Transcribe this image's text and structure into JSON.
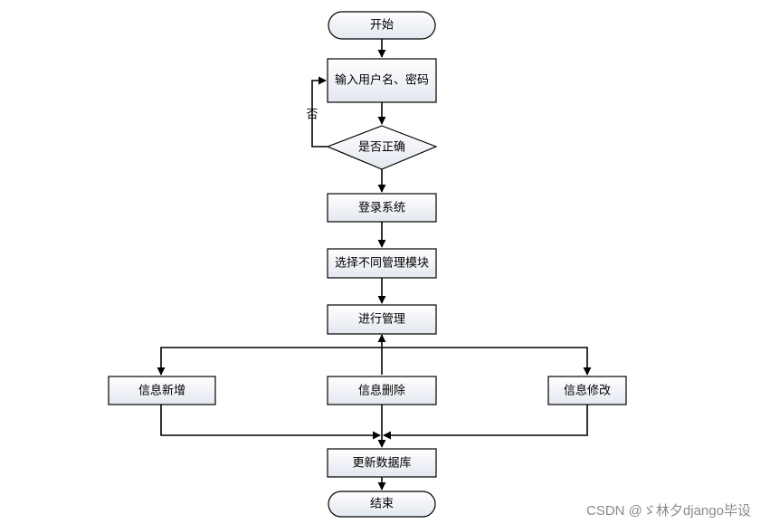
{
  "nodes": {
    "start": "开始",
    "input": "输入用户名、密码",
    "check": "是否正确",
    "login": "登录系统",
    "select": "选择不同管理模块",
    "manage": "进行管理",
    "add": "信息新增",
    "delete": "信息删除",
    "modify": "信息修改",
    "update": "更新数据库",
    "end": "结束"
  },
  "edges": {
    "no_label": "否"
  },
  "colors": {
    "box_fill_top": "#ffffff",
    "box_fill_bottom": "#e3e7ef",
    "stroke": "#000000"
  },
  "watermark": "CSDN @ゞ林夕django毕设"
}
